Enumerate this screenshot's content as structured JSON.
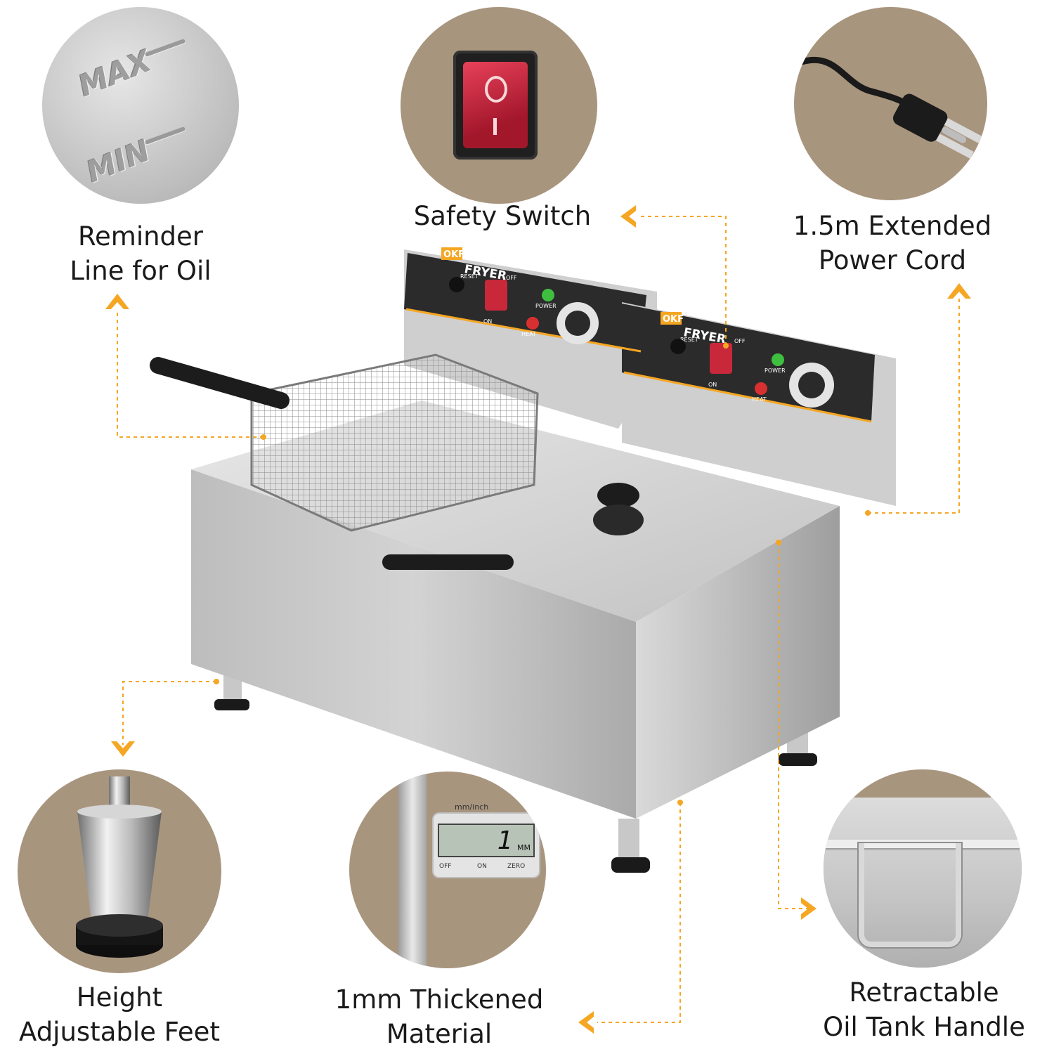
{
  "callouts": {
    "oil_line": {
      "line1": "Reminder",
      "line2": "Line for Oil",
      "mark_max": "MAX",
      "mark_min": "MIN"
    },
    "switch": {
      "line1": "Safety Switch"
    },
    "cord": {
      "line1": "1.5m Extended",
      "line2": "Power Cord"
    },
    "feet": {
      "line1": "Height",
      "line2": "Adjustable Feet"
    },
    "material": {
      "line1": "1mm Thickened",
      "line2": "Material",
      "gauge_reading": "1",
      "gauge_unit": "MM",
      "gauge_units_label": "mm/inch",
      "gauge_off": "OFF",
      "gauge_on": "ON",
      "gauge_zero": "ZERO"
    },
    "handle": {
      "line1": "Retractable",
      "line2": "Oil Tank Handle"
    }
  },
  "fryer": {
    "brand_badge": "OKF",
    "brand_name": "FRYER",
    "reset_label": "RESET",
    "off_label": "OFF",
    "on_label": "ON",
    "power_label": "POWER",
    "heat_label": "HEAT"
  },
  "colors": {
    "circle_bg": "#a8957e",
    "accent_orange": "#f5a623",
    "steel": "#c9c9c9",
    "panel_dark": "#2b2b2b",
    "switch_red": "#c8283a"
  }
}
